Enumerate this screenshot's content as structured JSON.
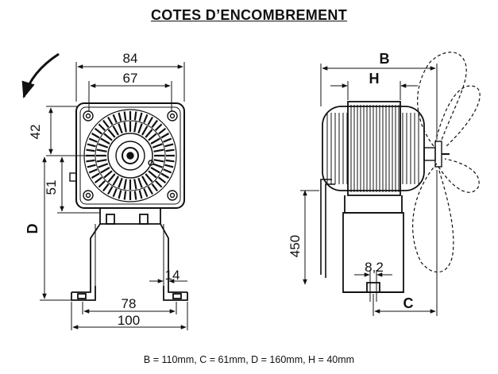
{
  "title": "COTES D’ENCOMBREMENT",
  "front_view": {
    "width_outer": "84",
    "width_inner": "67",
    "height_top": "42",
    "height_mid": "51",
    "height_total": "D",
    "foot_thickness": "14",
    "foot_inner": "78",
    "foot_outer": "100"
  },
  "side_view": {
    "depth_total": "B",
    "core_width": "H",
    "cable_length": "450",
    "hole_spacing": "8,2",
    "bracket_offset": "C"
  },
  "caption": "B = 110mm, C = 61mm, D = 160mm, H = 40mm",
  "colors": {
    "ink": "#111111",
    "background": "#ffffff"
  }
}
